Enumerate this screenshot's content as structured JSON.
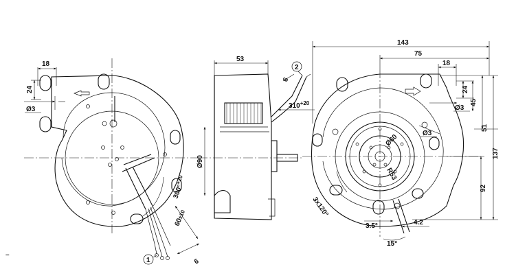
{
  "dimensions": {
    "left_18": "18",
    "left_24": "24",
    "left_d3": "Ø3",
    "angle_300": "300°",
    "angle_300_sup": "+20",
    "len_60": "60",
    "len_60_tol": "±10",
    "wire_6": "6",
    "side_53": "53",
    "side_d90": "Ø90",
    "side_6": "6",
    "side_310": "310",
    "side_310_sup": "+20",
    "right_143": "143",
    "right_75": "75",
    "right_18": "18",
    "right_24": "24",
    "right_d3a": "Ø3",
    "right_45": "45",
    "right_51": "51",
    "right_137": "137",
    "right_92": "92",
    "right_d3b": "Ø3",
    "right_d60": "Ø60",
    "right_r53": "R53",
    "right_3x120": "3x120°",
    "right_35": "3.5°",
    "right_42": "4.2",
    "right_15": "15°"
  },
  "callouts": {
    "one": "1",
    "two": "2"
  },
  "margin_mark": "–"
}
